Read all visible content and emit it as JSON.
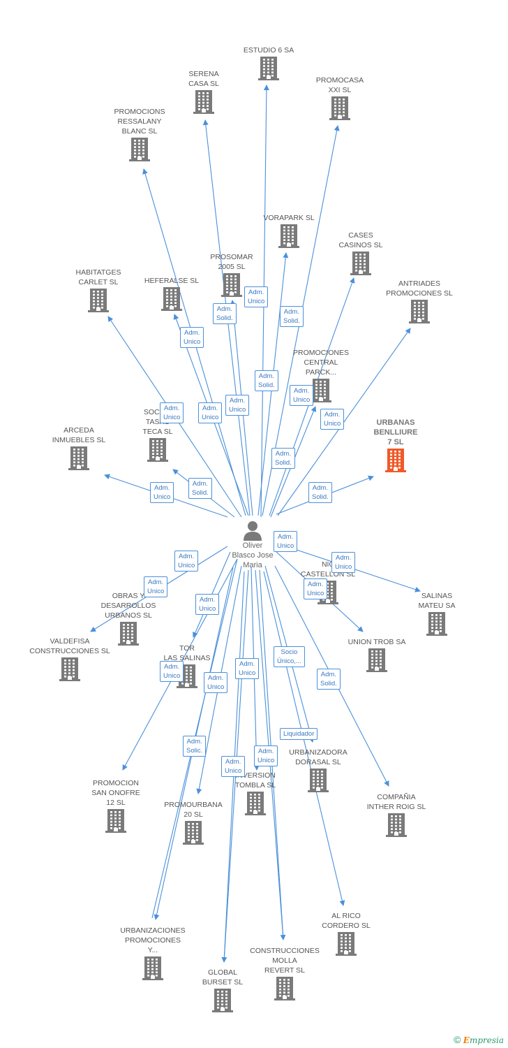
{
  "center": {
    "label_lines": [
      "Oliver",
      "Blasco Jose",
      "Maria"
    ]
  },
  "colors": {
    "edge": "#4a90d9",
    "building": "#7a7a7a",
    "highlight": "#f05a28"
  },
  "companies": [
    {
      "id": "estudio6",
      "lines": [
        "ESTUDIO 6 SA"
      ]
    },
    {
      "id": "serena",
      "lines": [
        "SERENA",
        "CASA SL"
      ]
    },
    {
      "id": "promocasa",
      "lines": [
        "PROMOCASA",
        "XXI SL"
      ]
    },
    {
      "id": "ressalany",
      "lines": [
        "PROMOCIONS",
        "RESSALANY",
        "BLANC SL"
      ]
    },
    {
      "id": "vorapark",
      "lines": [
        "VORAPARK SL"
      ]
    },
    {
      "id": "cases",
      "lines": [
        "CASES",
        "CASINOS SL"
      ]
    },
    {
      "id": "prosomar",
      "lines": [
        "PROSOMAR",
        "2005 SL"
      ]
    },
    {
      "id": "habitatges",
      "lines": [
        "HABITATGES",
        "CARLET SL"
      ]
    },
    {
      "id": "heferalse",
      "lines": [
        "HEFERALSE SL"
      ]
    },
    {
      "id": "antriades",
      "lines": [
        "ANTRIADES",
        "PROMOCIONES SL"
      ]
    },
    {
      "id": "central",
      "lines": [
        "PROMOCIONES",
        "CENTRAL",
        "PARCK..."
      ]
    },
    {
      "id": "tasaciones",
      "lines": [
        "SOCIED",
        "TASAC",
        "TECA SL"
      ]
    },
    {
      "id": "arceda",
      "lines": [
        "ARCEDA",
        "INMUEBLES SL"
      ]
    },
    {
      "id": "urbanas",
      "lines": [
        "URBANAS",
        "BENLLIURE",
        "7 SL"
      ],
      "highlight": true
    },
    {
      "id": "obras",
      "lines": [
        "OBRAS Y",
        "DESARROLLOS",
        "URBANOS SL"
      ]
    },
    {
      "id": "valdefisa",
      "lines": [
        "VALDEFISA",
        "CONSTRUCCIONES SL"
      ]
    },
    {
      "id": "salinasmateu",
      "lines": [
        "SALINAS",
        "MATEU SA"
      ]
    },
    {
      "id": "tecnic",
      "lines": [
        "NIC",
        "CASTELLON SL"
      ]
    },
    {
      "id": "uniontrob",
      "lines": [
        "UNION TROB SA"
      ]
    },
    {
      "id": "laslinas",
      "lines": [
        "TOR",
        "LAS SALINAS"
      ]
    },
    {
      "id": "onofre",
      "lines": [
        "PROMOCION",
        "SAN ONOFRE",
        "12 SL"
      ]
    },
    {
      "id": "promourbana",
      "lines": [
        "PROMOURBANA",
        "20 SL"
      ]
    },
    {
      "id": "inversion",
      "lines": [
        "INVERSION",
        "TOMBLA  SL"
      ]
    },
    {
      "id": "dorasal",
      "lines": [
        "URBANIZADORA",
        "DORASAL SL"
      ]
    },
    {
      "id": "inther",
      "lines": [
        "COMPAÑIA",
        "INTHER ROIG SL"
      ]
    },
    {
      "id": "alrico",
      "lines": [
        "AL RICO",
        "CORDERO SL"
      ]
    },
    {
      "id": "urbanizaciones",
      "lines": [
        "URBANIZACIONES",
        "PROMOCIONES",
        "Y..."
      ]
    },
    {
      "id": "molla",
      "lines": [
        "CONSTRUCCIONES",
        "MOLLA",
        "REVERT SL"
      ]
    },
    {
      "id": "globalburset",
      "lines": [
        "GLOBAL",
        "BURSET SL"
      ]
    }
  ],
  "relations": [
    {
      "lines": [
        "Adm.",
        "Unico"
      ]
    },
    {
      "lines": [
        "Adm.",
        "Solid."
      ]
    },
    {
      "lines": [
        "Adm.",
        "Unico"
      ]
    },
    {
      "lines": [
        "Adm.",
        "Solid."
      ]
    },
    {
      "lines": [
        "Adm.",
        "Solid."
      ]
    },
    {
      "lines": [
        "Adm.",
        "Unico"
      ]
    },
    {
      "lines": [
        "Adm.",
        "Solid."
      ]
    },
    {
      "lines": [
        "Adm.",
        "Unico"
      ]
    },
    {
      "lines": [
        "Adm.",
        "Unico"
      ]
    },
    {
      "lines": [
        "Adm.",
        "Unico"
      ]
    },
    {
      "lines": [
        "Adm.",
        "Unico"
      ]
    },
    {
      "lines": [
        "Adm.",
        "Solid."
      ]
    },
    {
      "lines": [
        "Adm.",
        "Unico"
      ]
    },
    {
      "lines": [
        "Adm.",
        "Solid."
      ]
    },
    {
      "lines": [
        "Adm.",
        "Unico"
      ]
    },
    {
      "lines": [
        "Adm.",
        "Unico"
      ]
    },
    {
      "lines": [
        "Adm.",
        "Unico"
      ]
    },
    {
      "lines": [
        "Adm.",
        "Unico"
      ]
    },
    {
      "lines": [
        "Adm.",
        "Unico"
      ]
    },
    {
      "lines": [
        "Adm.",
        "Unico"
      ]
    },
    {
      "lines": [
        "Adm.",
        "Unico"
      ]
    },
    {
      "lines": [
        "Adm.",
        "Unico"
      ]
    },
    {
      "lines": [
        "Adm.",
        "Solid."
      ]
    },
    {
      "lines": [
        "Socio",
        "Único,..."
      ]
    },
    {
      "lines": [
        "Adm.",
        "Solid."
      ]
    },
    {
      "lines": [
        "Adm.",
        "Unico"
      ]
    },
    {
      "lines": [
        "Adm.",
        "Solic."
      ]
    },
    {
      "lines": [
        "Liquidador"
      ]
    },
    {
      "lines": [
        "Adm.",
        "Unico"
      ]
    },
    {
      "lines": [
        "Adm.",
        "Unico"
      ]
    }
  ],
  "copyright": {
    "symbol": "©",
    "brand_initial": "E",
    "brand_rest": "mpresia"
  }
}
